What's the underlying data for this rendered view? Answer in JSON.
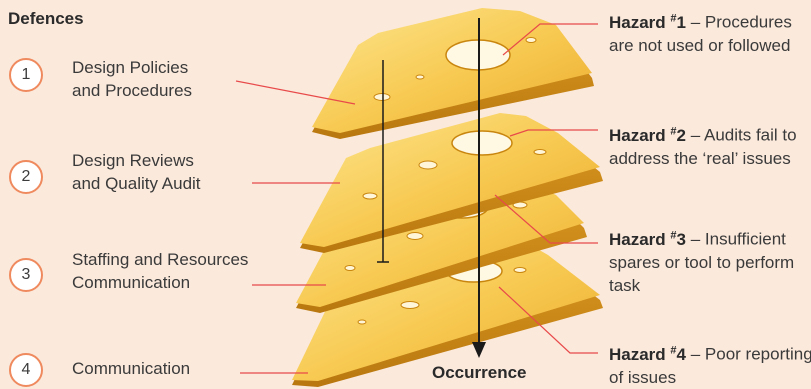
{
  "heading": "Defences",
  "defences": [
    {
      "number": "1",
      "label": "Design Policies\nand Procedures"
    },
    {
      "number": "2",
      "label": "Design Reviews\nand Quality Audit"
    },
    {
      "number": "3",
      "label": "Staffing and Resources\nCommunication"
    },
    {
      "number": "4",
      "label": "Communication"
    }
  ],
  "hazards": [
    {
      "prefix": "Hazard ",
      "sup": "#",
      "num": "1",
      "text": " – Procedures are not used or followed"
    },
    {
      "prefix": "Hazard ",
      "sup": "#",
      "num": "2",
      "text": " – Audits fail to address the ‘real’ issues"
    },
    {
      "prefix": "Hazard ",
      "sup": "#",
      "num": "3",
      "text": " – Insufficient spares or tool to perform task"
    },
    {
      "prefix": "Hazard ",
      "sup": "#",
      "num": "4",
      "text": " – Poor reporting of issues"
    }
  ],
  "occurrence": "Occurrence",
  "colors": {
    "background": "#fbe9dc",
    "accent": "#ef8a5e",
    "cheese": "#f6c24a",
    "leader_line": "#e84a4a",
    "arrow": "#1a1a1a"
  }
}
